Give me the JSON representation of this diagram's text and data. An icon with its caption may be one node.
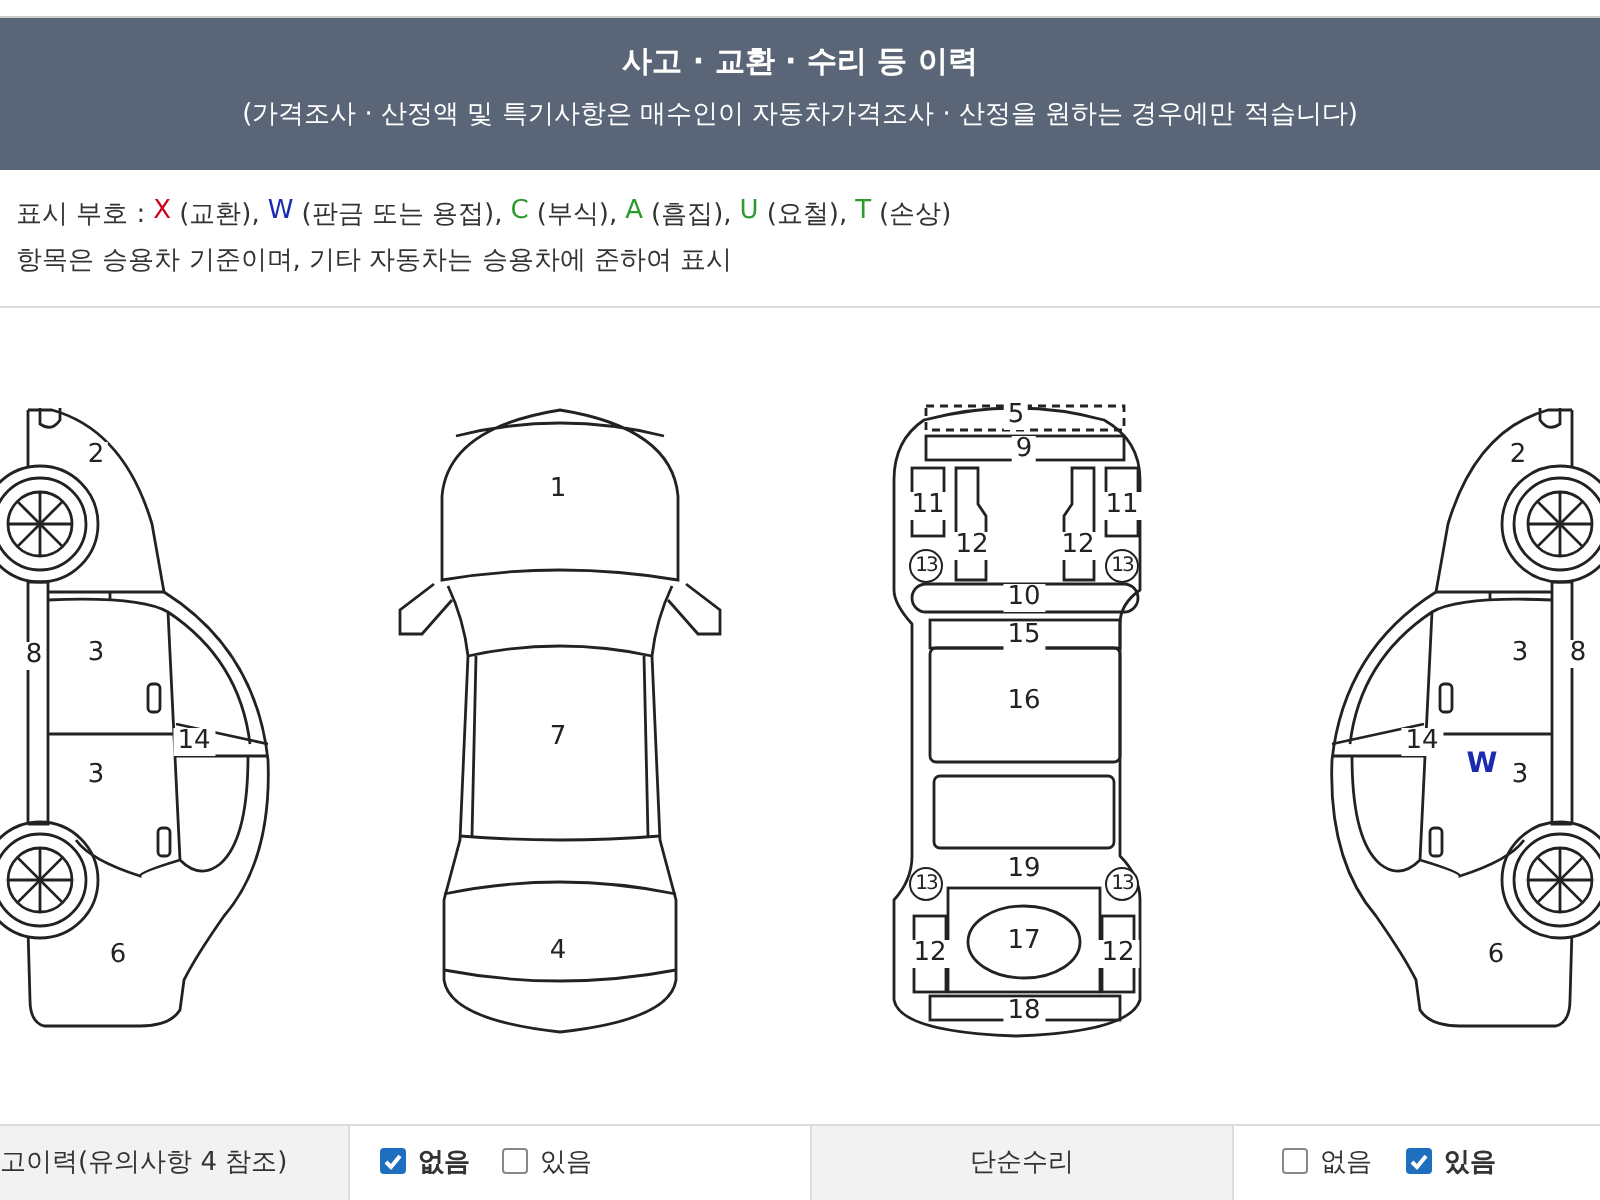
{
  "diagram": {
    "title": "사고 · 교환 · 수리 등 이력",
    "labels": [
      "(가격조사 · 산정액 및 특기사항은 매수인이 자동차가격조사 · 산정을 원하는 경우에만 적습니다)",
      "표시 부호 :",
      "X",
      "(교환),",
      "W",
      "(판금 또는 용접),",
      "C",
      "(부식),",
      "A",
      "(흠집),",
      "U",
      "(요철),",
      "T",
      "(손상)",
      "항목은 승용차 기준이며, 기타 자동차는 승용차에 준하여 표시",
      "2",
      "8",
      "3",
      "3",
      "14",
      "6",
      "1",
      "7",
      "4",
      "5",
      "9",
      "11",
      "11",
      "12",
      "12",
      "13",
      "13",
      "10",
      "15",
      "16",
      "19",
      "13",
      "13",
      "17",
      "12",
      "12",
      "18",
      "2",
      "3",
      "8",
      "14",
      "W",
      "3",
      "6",
      "고이력(유의사항 4 참조)",
      "없음",
      "있음",
      "단순수리",
      "없음",
      "있음"
    ]
  }
}
